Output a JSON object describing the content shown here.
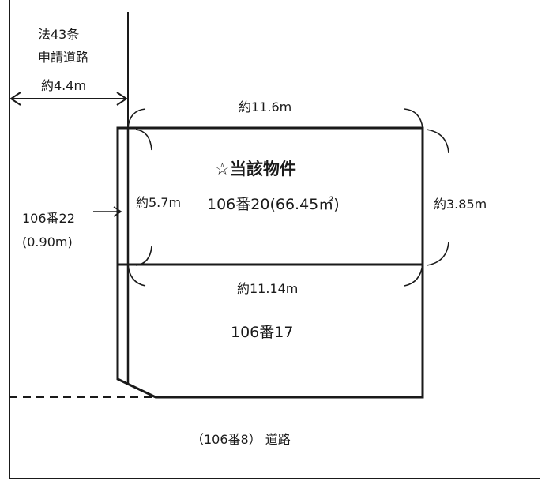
{
  "diagram": {
    "road_article": {
      "line1": "法43条",
      "line2": "申請道路"
    },
    "road_width": "約4.4m",
    "top_width": "約11.6m",
    "left_depth": "約5.7m",
    "right_depth": "約3.85m",
    "property_title": "☆当該物件",
    "property_lot": "106番20(66.45㎡)",
    "strip_lot": {
      "line1": "106番22",
      "line2": "(0.90m)"
    },
    "middle_width": "約11.14m",
    "lower_lot": "106番17",
    "bottom_road": "（106番8） 道路"
  }
}
